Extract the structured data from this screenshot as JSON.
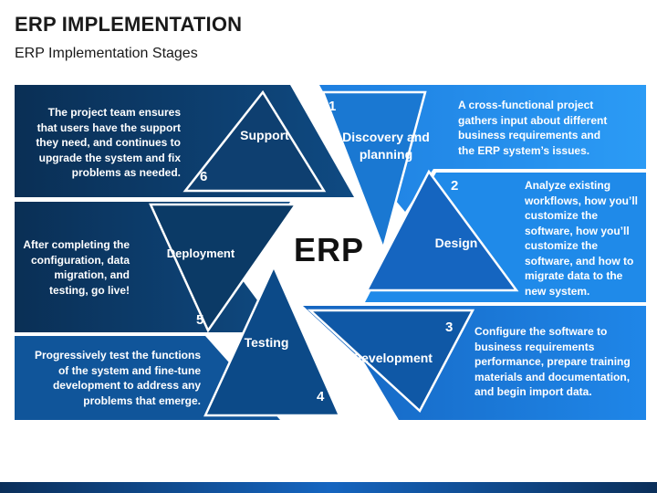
{
  "title": "ERP IMPLEMENTATION",
  "subtitle": "ERP Implementation Stages",
  "center_label": "ERP",
  "stages": [
    {
      "number": "1",
      "name": "Discovery and planning",
      "description": "A cross-functional project gathers input about different business requirements and the ERP system’s issues."
    },
    {
      "number": "2",
      "name": "Design",
      "description": "Analyze existing workflows, how you’ll customize the software, how you’ll customize the software, and how to migrate data to the new system."
    },
    {
      "number": "3",
      "name": "Development",
      "description": "Configure the software to business requirements performance, prepare training materials and documentation, and begin import data."
    },
    {
      "number": "4",
      "name": "Testing",
      "description": "Progressively test the functions of the system and fine-tune development to address any problems that emerge."
    },
    {
      "number": "5",
      "name": "Deployment",
      "description": "After completing the configuration, data migration, and testing, go live!"
    },
    {
      "number": "6",
      "name": "Support",
      "description": "The project team ensures that users have the support they need, and continues to upgrade the system and fix problems as needed."
    }
  ],
  "colors": {
    "dark_navy": "#0b3a66",
    "navy": "#0e4f8a",
    "mid_blue": "#1565c0",
    "light_blue": "#1e88e5",
    "sky_blue": "#2196f3",
    "shape_stroke": "#ffffff"
  }
}
